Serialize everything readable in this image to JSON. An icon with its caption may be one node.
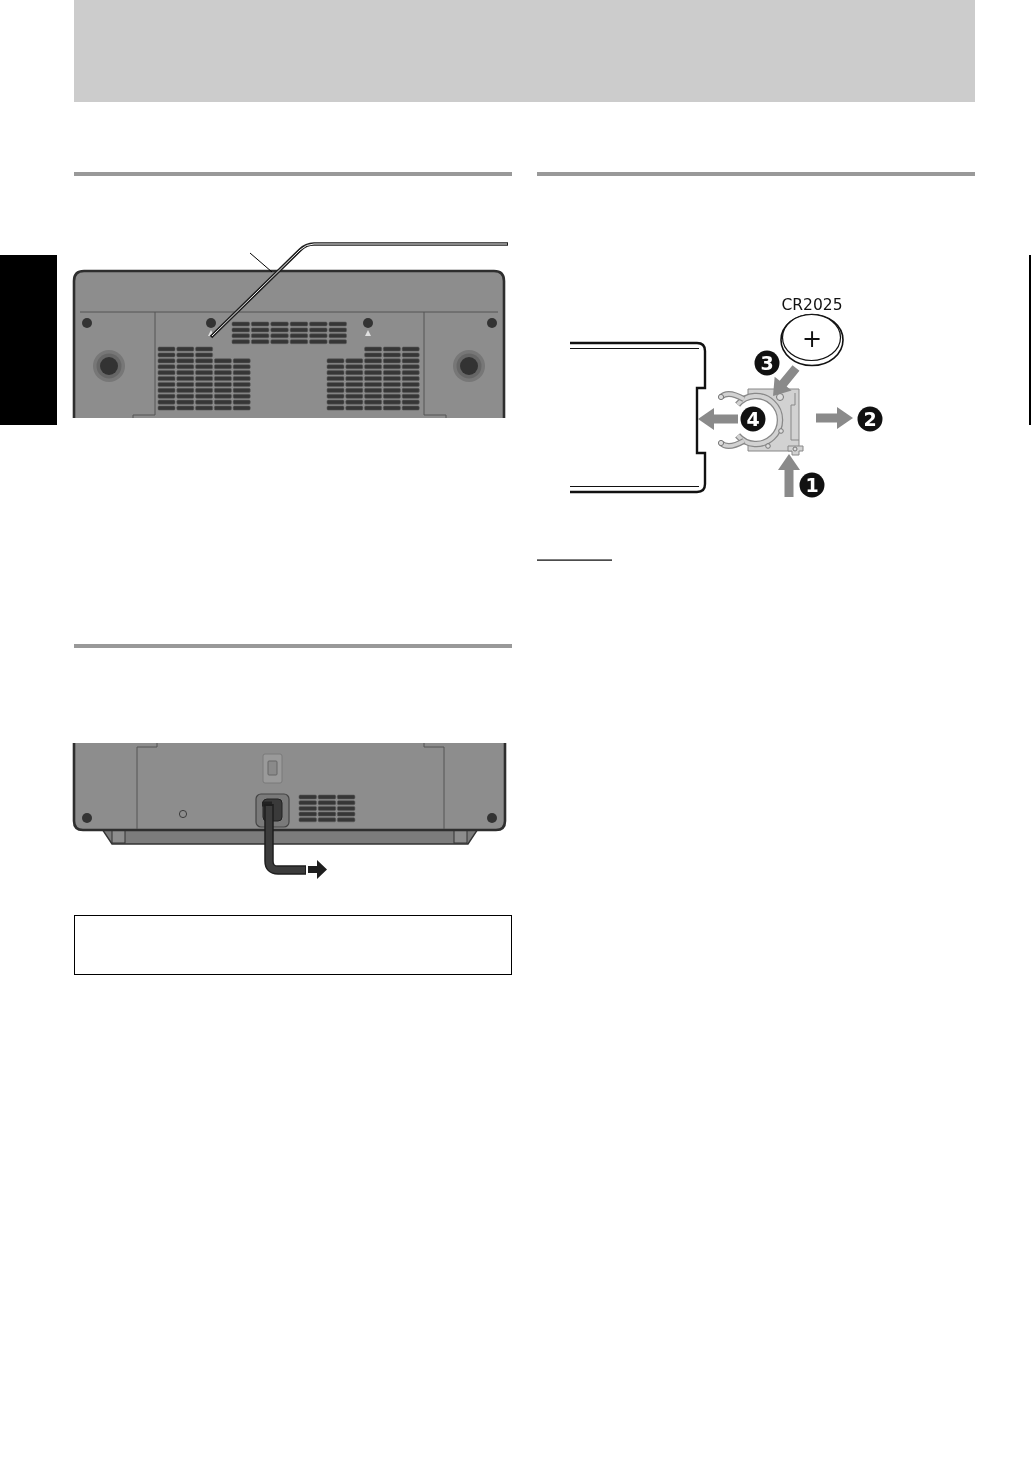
{
  "diagram": {
    "nodes": [
      {
        "text": [],
        "shape": "box"
      },
      {
        "text": [
          "+"
        ],
        "beside": [
          "CR2025"
        ]
      }
    ],
    "labels": [
      "3",
      "4",
      "2",
      "1"
    ]
  }
}
